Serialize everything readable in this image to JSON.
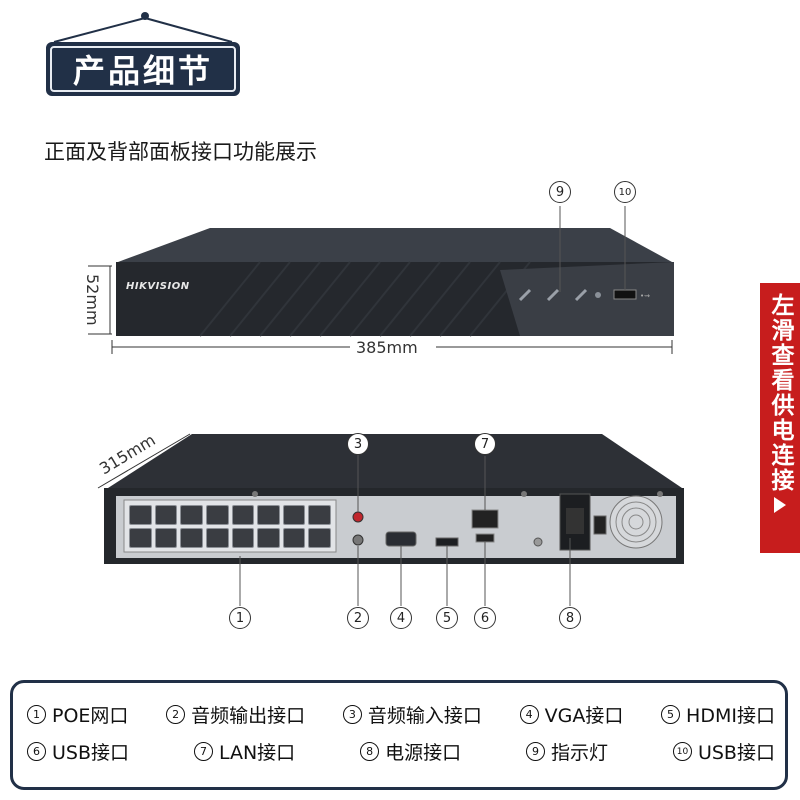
{
  "title": "产品细节",
  "subtitle": "正面及背部面板接口功能展示",
  "side_tab": {
    "label": "左滑查看供电连接"
  },
  "brand_logo": "HIKVISION",
  "dimensions": {
    "height": "52mm",
    "width": "385mm",
    "depth": "315mm"
  },
  "callouts": {
    "n1": "1",
    "n2": "2",
    "n3": "3",
    "n4": "4",
    "n5": "5",
    "n6": "6",
    "n7": "7",
    "n8": "8",
    "n9": "9",
    "n10": "10"
  },
  "legend": [
    {
      "num": "1",
      "label": "POE网口"
    },
    {
      "num": "2",
      "label": "音频输出接口"
    },
    {
      "num": "3",
      "label": "音频输入接口"
    },
    {
      "num": "4",
      "label": "VGA接口"
    },
    {
      "num": "5",
      "label": "HDMI接口"
    },
    {
      "num": "6",
      "label": "USB接口"
    },
    {
      "num": "7",
      "label": "LAN接口"
    },
    {
      "num": "8",
      "label": "电源接口"
    },
    {
      "num": "9",
      "label": "指示灯"
    },
    {
      "num": "10",
      "label": "USB接口"
    }
  ],
  "colors": {
    "navy": "#213047",
    "tab_red": "#c71d1d",
    "device_dark": "#2d3036"
  }
}
